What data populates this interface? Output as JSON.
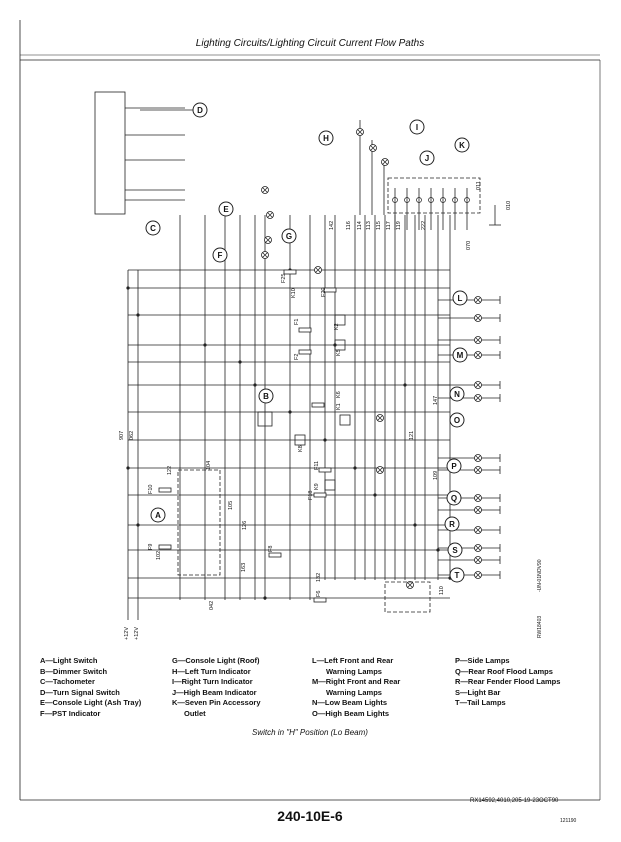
{
  "header": {
    "title": "Lighting Circuits/Lighting Circuit Current Flow Paths"
  },
  "diagram": {
    "caption": "Switch in \"H\" Position (Lo Beam)",
    "page_number": "240-10E-6",
    "reference": "RX14592,4010,205-19-23OCT90",
    "small_code": "121190",
    "side_code_1": "-UN-01NOV90",
    "side_code_2": "RW18403",
    "callouts": [
      "A",
      "B",
      "C",
      "D",
      "E",
      "F",
      "G",
      "H",
      "I",
      "J",
      "K",
      "L",
      "M",
      "N",
      "O",
      "P",
      "Q",
      "R",
      "S",
      "T"
    ],
    "wire_numbers": [
      "907",
      "062",
      "102",
      "122",
      "104",
      "105",
      "126",
      "163",
      "042",
      "110",
      "142",
      "116",
      "114",
      "113",
      "115",
      "117",
      "119",
      "121",
      "147",
      "109",
      "132",
      "222",
      "010",
      "070",
      "011"
    ],
    "fuse_labels": [
      "F1",
      "F2",
      "F6",
      "F8",
      "F9",
      "F10",
      "F11",
      "F18",
      "F20",
      "F25",
      "K1",
      "K2",
      "K5",
      "K6",
      "K8",
      "K9",
      "K10"
    ],
    "supply_labels": [
      "+12V",
      "+12V"
    ]
  },
  "legend": {
    "col1": [
      "A—Light Switch",
      "B—Dimmer Switch",
      "C—Tachometer",
      "D—Turn Signal Switch",
      "E—Console Light (Ash Tray)",
      "F—PST Indicator"
    ],
    "col2": [
      "G—Console Light (Roof)",
      "H—Left Turn Indicator",
      "I—Right Turn Indicator",
      "J—High Beam Indicator",
      "K—Seven Pin Accessory",
      "   Outlet"
    ],
    "col3": [
      "L—Left Front and Rear",
      "   Warning Lamps",
      "M—Right Front and Rear",
      "   Warning Lamps",
      "N—Low Beam Lights",
      "O—High Beam Lights"
    ],
    "col4": [
      "P—Side Lamps",
      "Q—Rear Roof Flood Lamps",
      "R—Rear Fender Flood Lamps",
      "S—Light Bar",
      "T—Tail Lamps"
    ]
  }
}
